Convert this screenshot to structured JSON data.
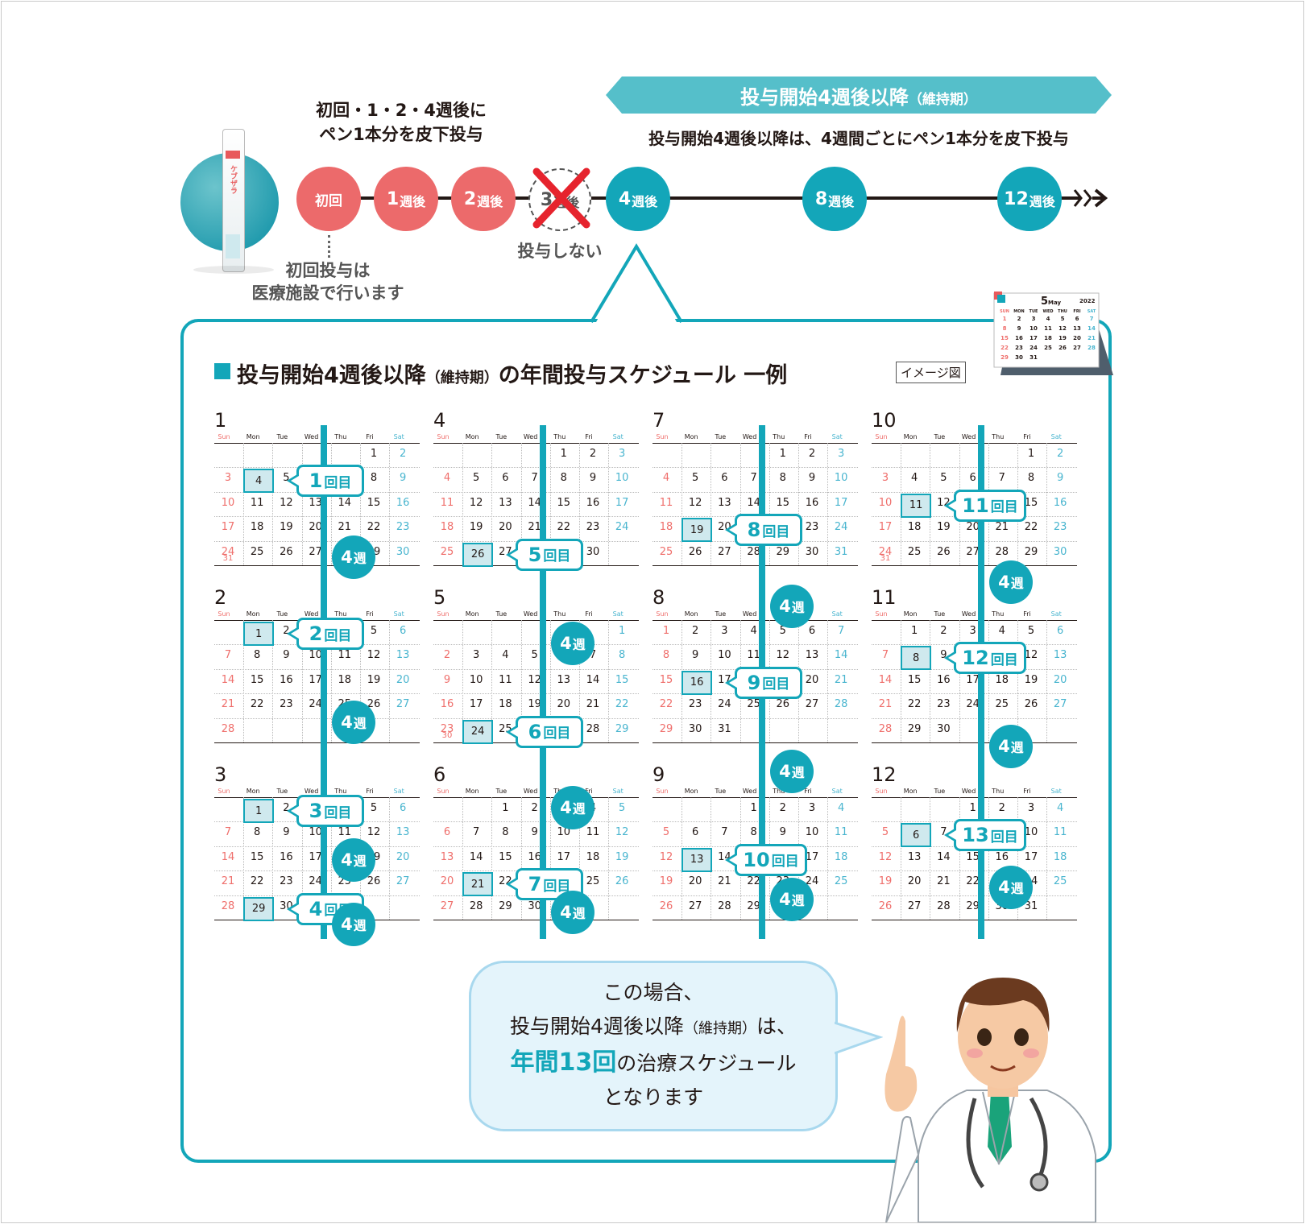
{
  "top_left": {
    "title_line1": "初回・1・2・4週後に",
    "title_line2": "ペン1本分を皮下投与",
    "pen_label": "ケブザラ",
    "first_note_line1": "初回投与は",
    "first_note_line2": "医療施設で行います"
  },
  "banner": {
    "title_main": "投与開始4週後以降",
    "title_sub": "（維持期）",
    "subtitle": "投与開始4週後以降は、4週間ごとにペン1本分を皮下投与"
  },
  "timeline": [
    {
      "num": "初回",
      "unit": "",
      "color": "#ec6a6b"
    },
    {
      "num": "1",
      "unit": "週後",
      "color": "#ec6a6b"
    },
    {
      "num": "2",
      "unit": "週後",
      "color": "#ec6a6b"
    },
    {
      "num": "3",
      "unit": "週後",
      "color": "#ffffff"
    },
    {
      "num": "4",
      "unit": "週後",
      "color": "#13a6b9"
    },
    {
      "num": "8",
      "unit": "週後",
      "color": "#13a6b9"
    },
    {
      "num": "12",
      "unit": "週後",
      "color": "#13a6b9"
    }
  ],
  "skip_label": "投与しない",
  "panel": {
    "title_main": "投与開始4週後以降",
    "title_sub": "（維持期）",
    "title_tail": "の年間投与スケジュール 一例",
    "image_note": "イメージ図"
  },
  "desk_calendar": {
    "month": "5",
    "month_en": "May",
    "year": "2022",
    "dow": [
      "SUN",
      "MON",
      "TUE",
      "WED",
      "THU",
      "FRI",
      "SAT"
    ]
  },
  "weekdays": [
    "Sun",
    "Mon",
    "Tue",
    "Wed",
    "Thu",
    "Fri",
    "Sat"
  ],
  "week_label": {
    "n": "4",
    "u": "週"
  },
  "dose_unit": "回目",
  "months": [
    {
      "label": "1",
      "start": 5,
      "days": 31
    },
    {
      "label": "2",
      "start": 1,
      "days": 28
    },
    {
      "label": "3",
      "start": 1,
      "days": 31
    },
    {
      "label": "4",
      "start": 4,
      "days": 30
    },
    {
      "label": "5",
      "start": 6,
      "days": 31
    },
    {
      "label": "6",
      "start": 2,
      "days": 30
    },
    {
      "label": "7",
      "start": 4,
      "days": 31
    },
    {
      "label": "8",
      "start": 0,
      "days": 31
    },
    {
      "label": "9",
      "start": 3,
      "days": 30
    },
    {
      "label": "10",
      "start": 5,
      "days": 31
    },
    {
      "label": "11",
      "start": 1,
      "days": 30
    },
    {
      "label": "12",
      "start": 3,
      "days": 31
    }
  ],
  "doses": [
    {
      "n": "1",
      "month": 1,
      "day": 4
    },
    {
      "n": "2",
      "month": 2,
      "day": 1
    },
    {
      "n": "3",
      "month": 3,
      "day": 1
    },
    {
      "n": "4",
      "month": 3,
      "day": 29
    },
    {
      "n": "5",
      "month": 4,
      "day": 26
    },
    {
      "n": "6",
      "month": 5,
      "day": 24
    },
    {
      "n": "7",
      "month": 6,
      "day": 21
    },
    {
      "n": "8",
      "month": 7,
      "day": 19
    },
    {
      "n": "9",
      "month": 8,
      "day": 16
    },
    {
      "n": "10",
      "month": 9,
      "day": 13
    },
    {
      "n": "11",
      "month": 10,
      "day": 11
    },
    {
      "n": "12",
      "month": 11,
      "day": 8
    },
    {
      "n": "13",
      "month": 12,
      "day": 6
    }
  ],
  "bubble": {
    "line1": "この場合、",
    "line2_a": "投与開始4週後以降",
    "line2_b": "（維持期）",
    "line2_c": "は、",
    "line3_a": "年間13回",
    "line3_b": "の治療スケジュール",
    "line4": "となります"
  },
  "colors": {
    "teal": "#13a6b9",
    "red": "#ec6a6b",
    "sun": "#ef6f6c",
    "sat": "#49b5cf"
  }
}
